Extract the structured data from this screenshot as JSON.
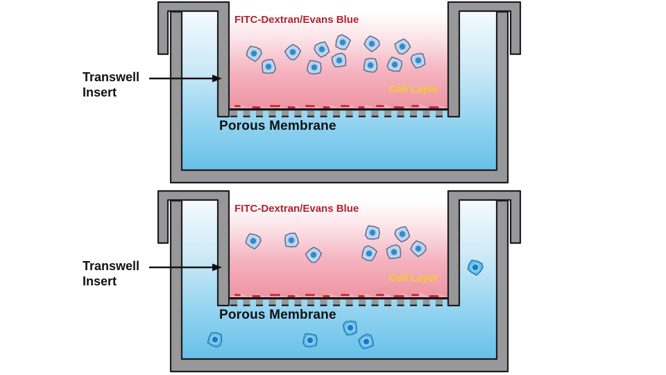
{
  "labels": {
    "tracer": "FITC-Dextran/Evans Blue",
    "cell_layer": "Cell Layer",
    "membrane": "Porous Membrane",
    "insert_line1": "Transwell",
    "insert_line2": "Insert"
  },
  "colors": {
    "tracer_text": "#b22230",
    "cell_layer_text": "#f2cf2a",
    "label_text": "#111111",
    "wall_gray": "#98989a",
    "outline": "#1c1c1c",
    "cell_layer_dash": "#c22a38",
    "cell_layer_wave": "#f6aeb9",
    "insert_cell_body": "#c9d6e8",
    "insert_cell_outline": "#5a6f94",
    "insert_cell_ring": "#aed0ec",
    "insert_cell_nucleus": "#2f8ccd",
    "migrated_cell_body": "#63bde9",
    "migrated_cell_outline": "#2a7cb4",
    "migrated_cell_ring": "#8fd6f4",
    "migrated_cell_nucleus": "#1e78c8",
    "tracer_gradient_bottom": "#ee93a1",
    "medium_gradient_bottom": "#68c0e9"
  },
  "panels": [
    {
      "name": "before-permeation",
      "cells_in_insert": [
        [
          366,
          74
        ],
        [
          387,
          93
        ],
        [
          422,
          72
        ],
        [
          453,
          94
        ],
        [
          464,
          68
        ],
        [
          494,
          58
        ],
        [
          489,
          84
        ],
        [
          536,
          60
        ],
        [
          534,
          91
        ],
        [
          580,
          64
        ],
        [
          569,
          90
        ],
        [
          603,
          84
        ]
      ],
      "cells_migrated": []
    },
    {
      "name": "after-permeation",
      "cells_in_insert": [
        [
          365,
          72
        ],
        [
          420,
          71
        ],
        [
          452,
          92
        ],
        [
          537,
          60
        ],
        [
          580,
          62
        ],
        [
          532,
          90
        ],
        [
          568,
          88
        ],
        [
          603,
          83
        ]
      ],
      "cells_migrated": [
        [
          685,
          110
        ],
        [
          310,
          214
        ],
        [
          447,
          215
        ],
        [
          505,
          197
        ],
        [
          528,
          217
        ]
      ]
    }
  ]
}
